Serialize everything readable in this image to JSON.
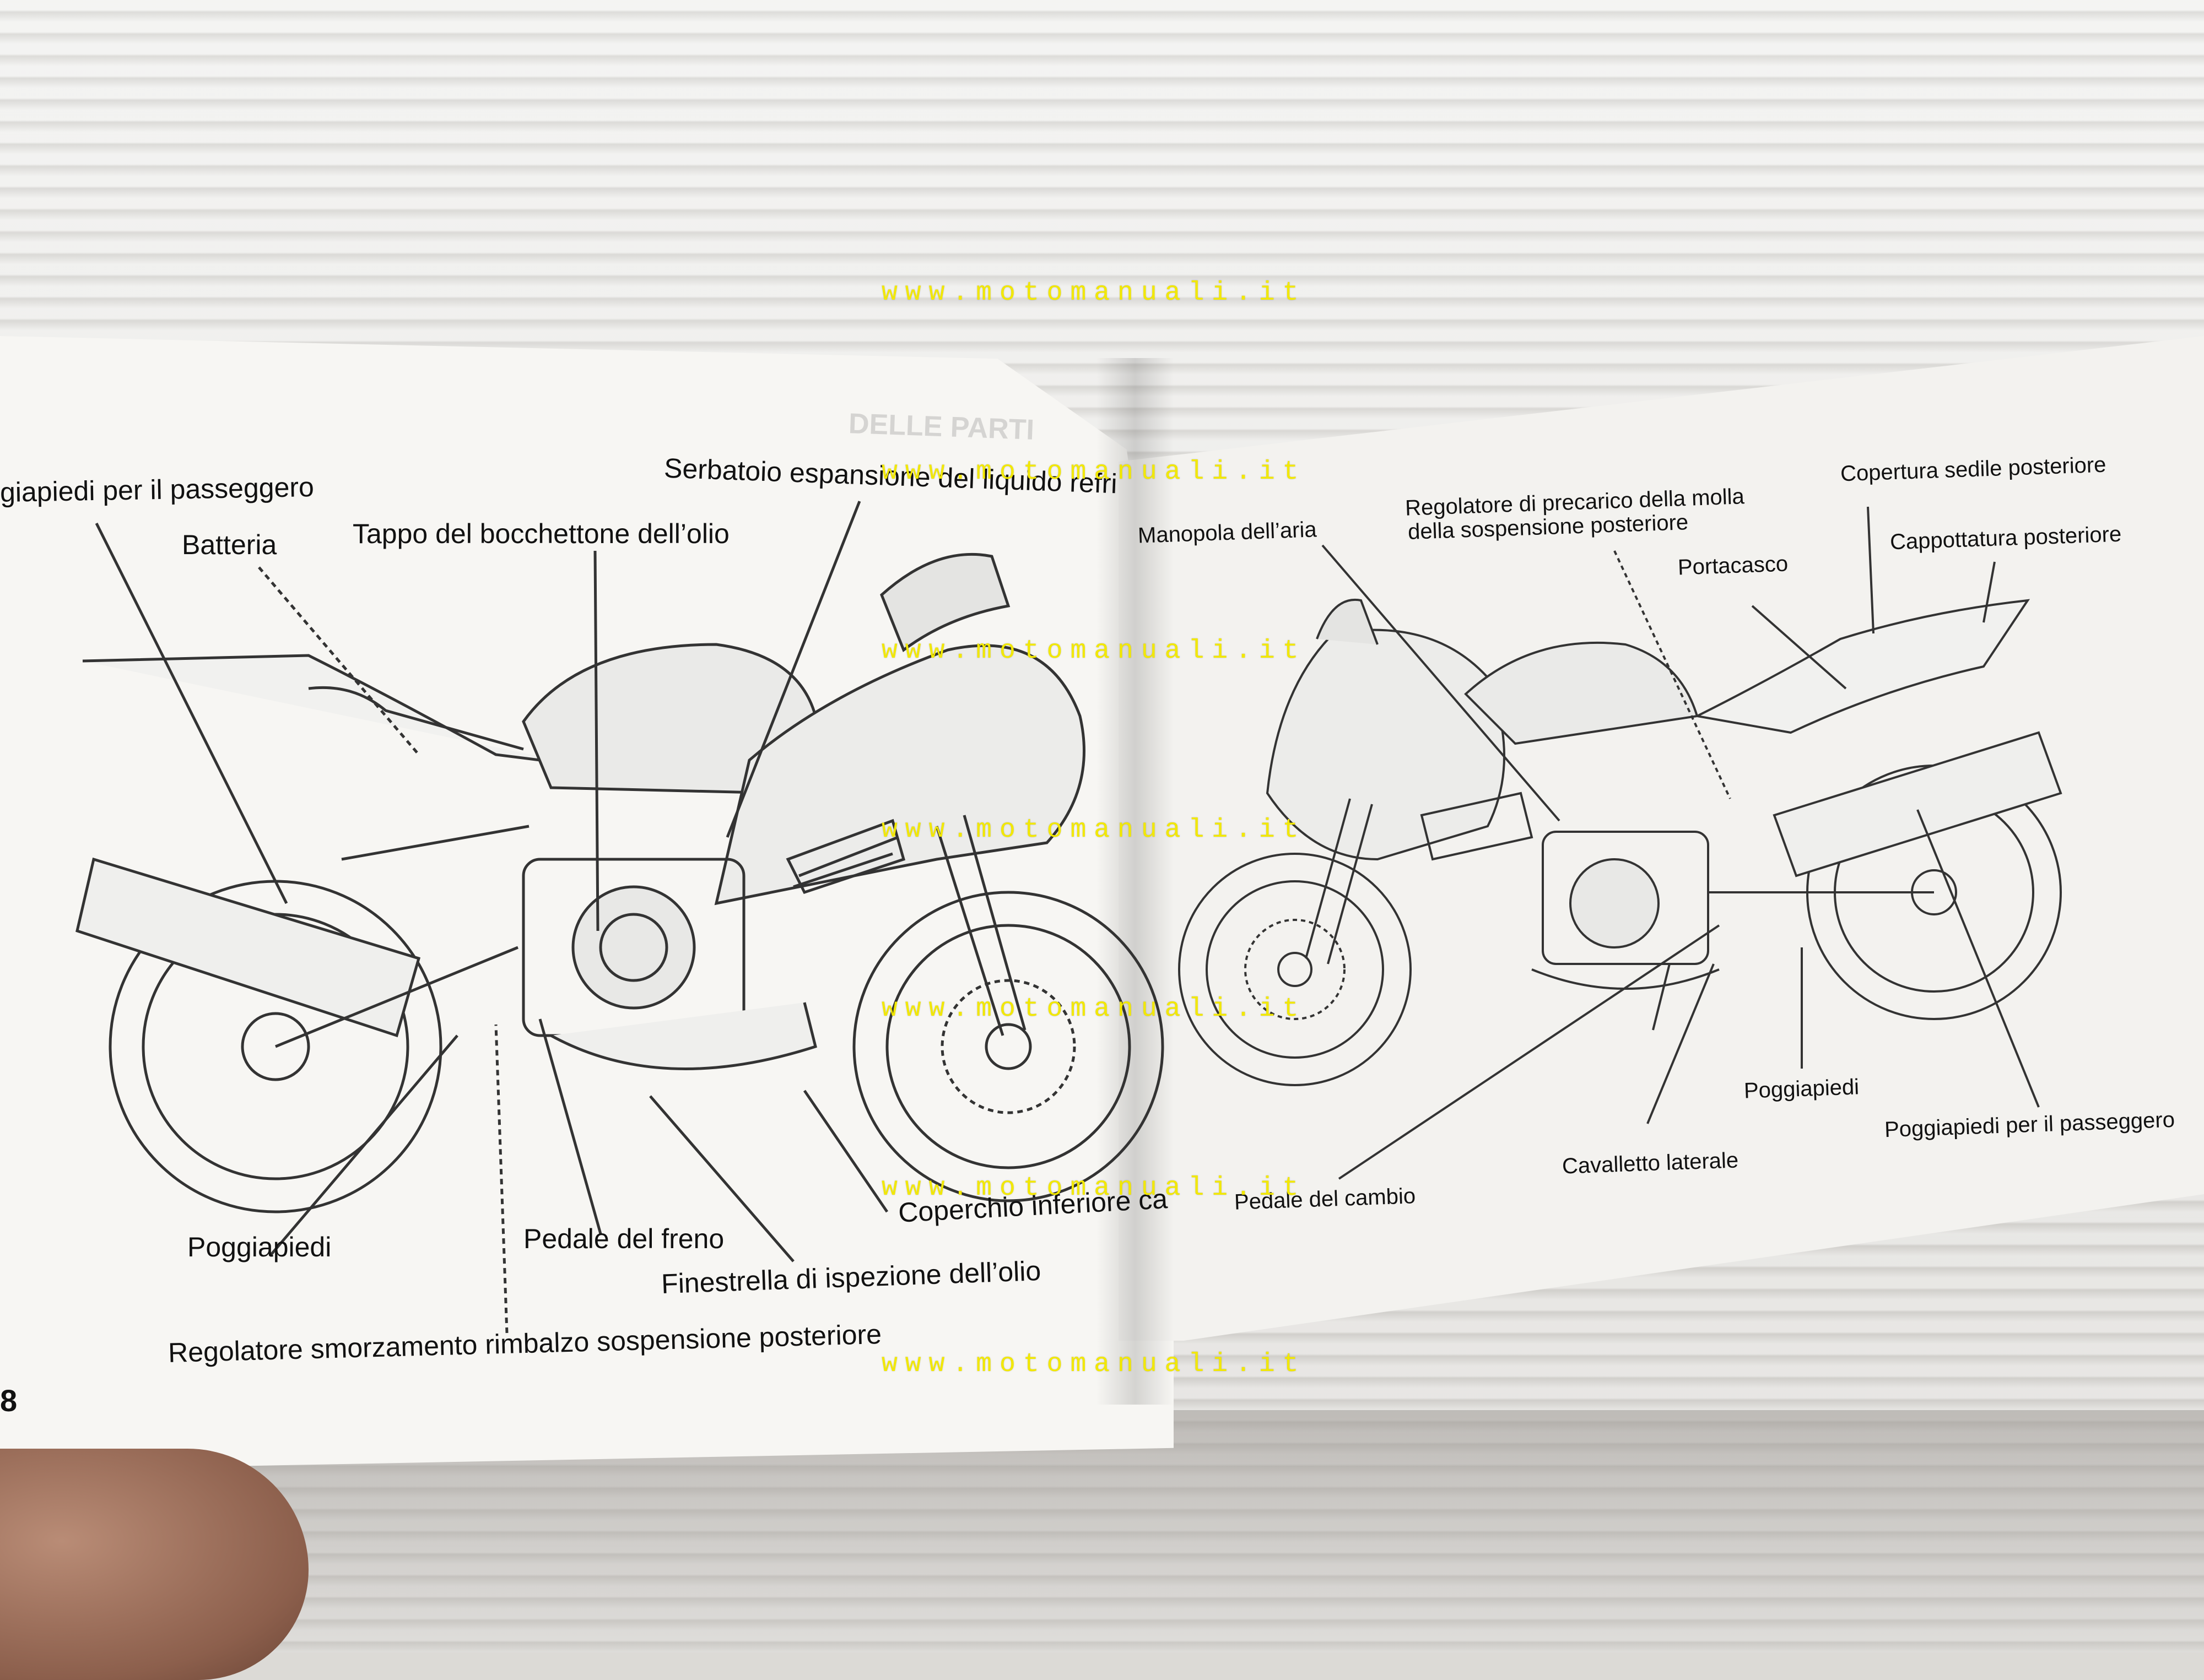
{
  "left_page": {
    "page_number": "8",
    "labels": [
      "giapiedi per il passeggero",
      "Batteria",
      "Tappo del bocchettone dell’olio",
      "Serbatoio espansione del liquido refri",
      "Poggiapiedi",
      "Pedale del freno",
      "Finestrella di ispezione dell’olio",
      "Coperchio inferiore ca",
      "Regolatore smorzamento rimbalzo sospensione posteriore"
    ],
    "ghost_heading": "DELLE PARTI"
  },
  "right_page": {
    "labels": [
      "Manopola dell’aria",
      "Regolatore di precarico della molla",
      "della sospensione posteriore",
      "Copertura sedile posteriore",
      "Cappottatura posteriore",
      "Portacasco",
      "Poggiapiedi",
      "Poggiapiedi per il passeggero",
      "Cavalletto laterale",
      "Pedale del cambio"
    ]
  },
  "watermark": {
    "text": "www.motomanuali.it",
    "color": "#f2e800"
  }
}
